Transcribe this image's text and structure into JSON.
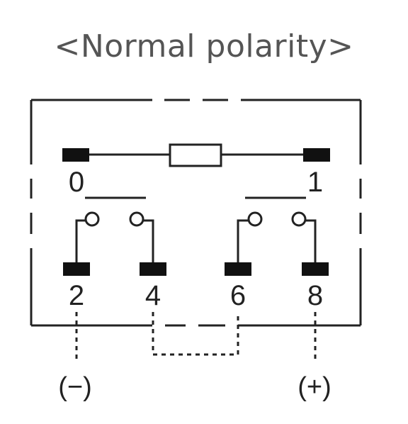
{
  "title": "<Normal polarity>",
  "terminals": {
    "t0": "0",
    "t1": "1",
    "t2": "2",
    "t4": "4",
    "t6": "6",
    "t8": "8"
  },
  "polarity": {
    "negative": "(−)",
    "positive": "(+)"
  },
  "colors": {
    "line": "#222222",
    "terminal": "#111111",
    "title": "#555555"
  }
}
